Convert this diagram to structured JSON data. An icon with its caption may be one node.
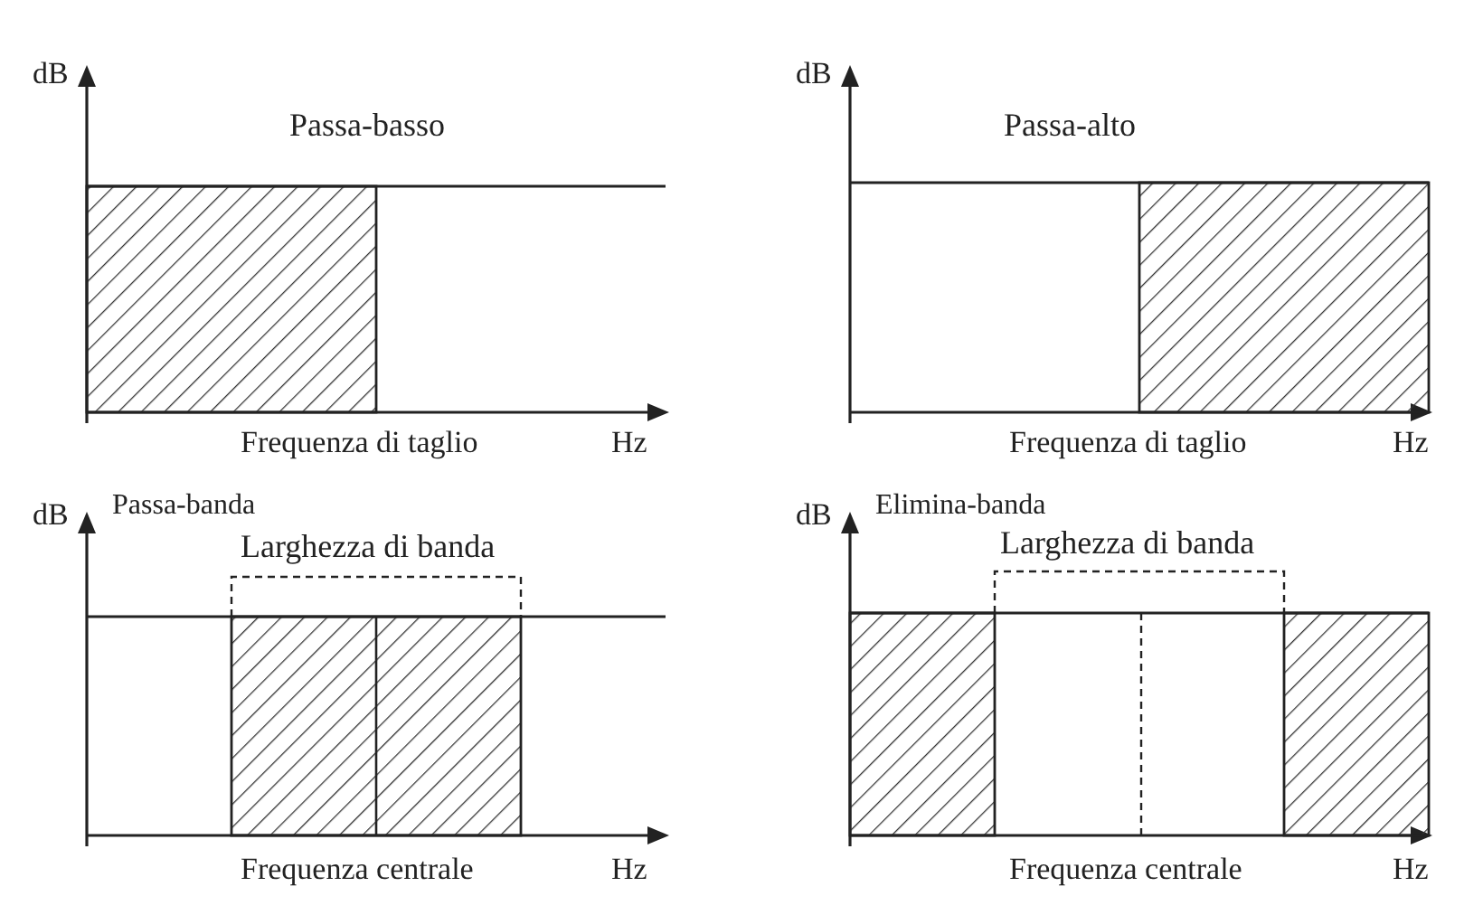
{
  "diagram": {
    "labels": [
      "dB",
      "dB",
      "Passa-basso",
      "Passa-alto",
      "Frequenza di taglio",
      "Hz",
      "Frequenza di taglio",
      "Hz",
      "dB",
      "Passa-banda",
      "dB",
      "Elimina-banda",
      "Larghezza di banda",
      "Larghezza di banda",
      "Frequenza centrale",
      "Hz",
      "Frequenza centrale",
      "Hz"
    ]
  }
}
